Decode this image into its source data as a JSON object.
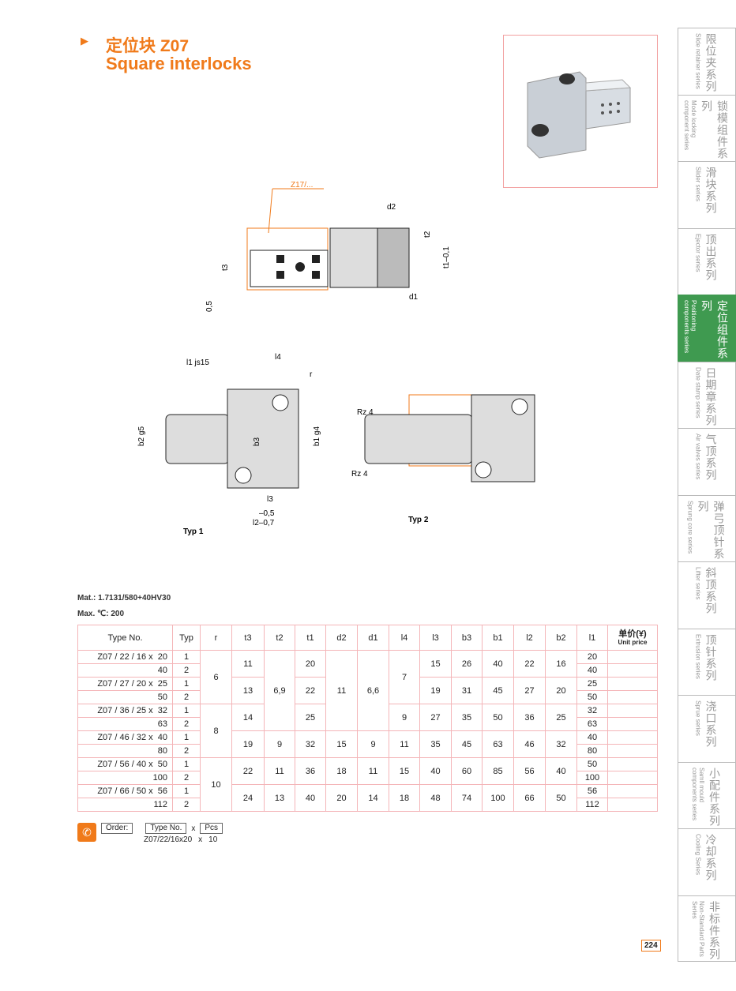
{
  "header": {
    "title_cn": "定位块 Z07",
    "title_en": "Square interlocks"
  },
  "diagram": {
    "callout": "Z17/...",
    "d2": "d2",
    "t2": "t2",
    "t1": "t1–0,1",
    "t3": "t3",
    "d1": "d1",
    "gap": "0,5",
    "l1": "l1 js15",
    "l4": "l4",
    "r": "r",
    "b2": "b2 g5",
    "b3": "b3",
    "b1": "b1 g4",
    "l3": "l3",
    "l2": "l2–0,7",
    "l2_tol": "–0,5",
    "rz_top": "Rz 4",
    "rz_bottom": "Rz 4",
    "typ1": "Typ 1",
    "typ2": "Typ 2"
  },
  "material": "Mat.: 1.7131/580+40HV30",
  "max_temp": "Max. ℃: 200",
  "table": {
    "headers": [
      "Type No.",
      "Typ",
      "r",
      "t3",
      "t2",
      "t1",
      "d2",
      "d1",
      "l4",
      "l3",
      "b3",
      "b1",
      "l2",
      "b2",
      "l1"
    ],
    "price_header_cn": "单价(¥)",
    "price_header_en": "Unit price",
    "rows": [
      {
        "type": "Z07 / 22 / 16 x  20",
        "typ": "1",
        "l1": "20"
      },
      {
        "type": "40",
        "typ": "2",
        "l1": "40"
      },
      {
        "type": "Z07 / 27 / 20 x  25",
        "typ": "1",
        "l1": "25"
      },
      {
        "type": "50",
        "typ": "2",
        "l1": "50"
      },
      {
        "type": "Z07 / 36 / 25 x  32",
        "typ": "1",
        "l1": "32"
      },
      {
        "type": "63",
        "typ": "2",
        "l1": "63"
      },
      {
        "type": "Z07 / 46 / 32 x  40",
        "typ": "1",
        "l1": "40"
      },
      {
        "type": "80",
        "typ": "2",
        "l1": "80"
      },
      {
        "type": "Z07 / 56 / 40 x  50",
        "typ": "1",
        "l1": "50"
      },
      {
        "type": "100",
        "typ": "2",
        "l1": "100"
      },
      {
        "type": "Z07 / 66 / 50 x  56",
        "typ": "1",
        "l1": "56"
      },
      {
        "type": "112",
        "typ": "2",
        "l1": "112"
      }
    ],
    "spans": {
      "r": [
        [
          "6",
          4
        ],
        [
          "8",
          4
        ],
        [
          "10",
          4
        ]
      ],
      "t3": [
        [
          "11",
          2
        ],
        [
          "13",
          2
        ],
        [
          "14",
          2
        ],
        [
          "19",
          2
        ],
        [
          "22",
          2
        ],
        [
          "24",
          2
        ]
      ],
      "t2": [
        [
          "6,9",
          6
        ],
        [
          "9",
          2
        ],
        [
          "11",
          2
        ],
        [
          "13",
          2
        ]
      ],
      "t1": [
        [
          "20",
          2
        ],
        [
          "22",
          2
        ],
        [
          "25",
          2
        ],
        [
          "32",
          2
        ],
        [
          "36",
          2
        ],
        [
          "40",
          2
        ]
      ],
      "d2": [
        [
          "11",
          6
        ],
        [
          "15",
          2
        ],
        [
          "18",
          2
        ],
        [
          "20",
          2
        ]
      ],
      "d1": [
        [
          "6,6",
          6
        ],
        [
          "9",
          2
        ],
        [
          "11",
          2
        ],
        [
          "14",
          2
        ]
      ],
      "l4": [
        [
          "7",
          4
        ],
        [
          "9",
          2
        ],
        [
          "11",
          2
        ],
        [
          "15",
          2
        ],
        [
          "18",
          2
        ]
      ],
      "l3": [
        [
          "15",
          2
        ],
        [
          "19",
          2
        ],
        [
          "27",
          2
        ],
        [
          "35",
          2
        ],
        [
          "40",
          2
        ],
        [
          "48",
          2
        ]
      ],
      "b3": [
        [
          "26",
          2
        ],
        [
          "31",
          2
        ],
        [
          "35",
          2
        ],
        [
          "45",
          2
        ],
        [
          "60",
          2
        ],
        [
          "74",
          2
        ]
      ],
      "b1": [
        [
          "40",
          2
        ],
        [
          "45",
          2
        ],
        [
          "50",
          2
        ],
        [
          "63",
          2
        ],
        [
          "85",
          2
        ],
        [
          "100",
          2
        ]
      ],
      "l2": [
        [
          "22",
          2
        ],
        [
          "27",
          2
        ],
        [
          "36",
          2
        ],
        [
          "46",
          2
        ],
        [
          "56",
          2
        ],
        [
          "66",
          2
        ]
      ],
      "b2": [
        [
          "16",
          2
        ],
        [
          "20",
          2
        ],
        [
          "25",
          2
        ],
        [
          "32",
          2
        ],
        [
          "40",
          2
        ],
        [
          "50",
          2
        ]
      ]
    }
  },
  "order": {
    "label": "Order:",
    "type_box": "Type No.",
    "x": "x",
    "pcs_box": "Pcs",
    "example_type": "Z07/22/16x20",
    "example_x": "x",
    "example_qty": "10"
  },
  "sidebar": [
    {
      "cn": "限位夹系列",
      "en": "Slide retainer series"
    },
    {
      "cn": "锁模组件系列",
      "en": "Mode locking component series"
    },
    {
      "cn": "滑块系列",
      "en": "Slider series"
    },
    {
      "cn": "顶出系列",
      "en": "Ejector series"
    },
    {
      "cn": "定位组件系列",
      "en": "Positioning components series",
      "active": true
    },
    {
      "cn": "日期章系列",
      "en": "Date stamp series"
    },
    {
      "cn": "气顶系列",
      "en": "Air valves series"
    },
    {
      "cn": "弹弓顶针系列",
      "en": "Sprung core series"
    },
    {
      "cn": "斜顶系列",
      "en": "Lifter series"
    },
    {
      "cn": "顶针系列",
      "en": "Extrusion series"
    },
    {
      "cn": "浇口系列",
      "en": "Sprue series"
    },
    {
      "cn": "小配件系列",
      "en": "Samll mould components series"
    },
    {
      "cn": "冷却系列",
      "en": "Cooling Series"
    },
    {
      "cn": "非标件系列",
      "en": "Non-Standard Parts Series"
    }
  ],
  "page_number": "224",
  "colors": {
    "accent": "#f07a1a",
    "active_tab": "#3f9a50",
    "table_border": "#f4b5b8"
  }
}
